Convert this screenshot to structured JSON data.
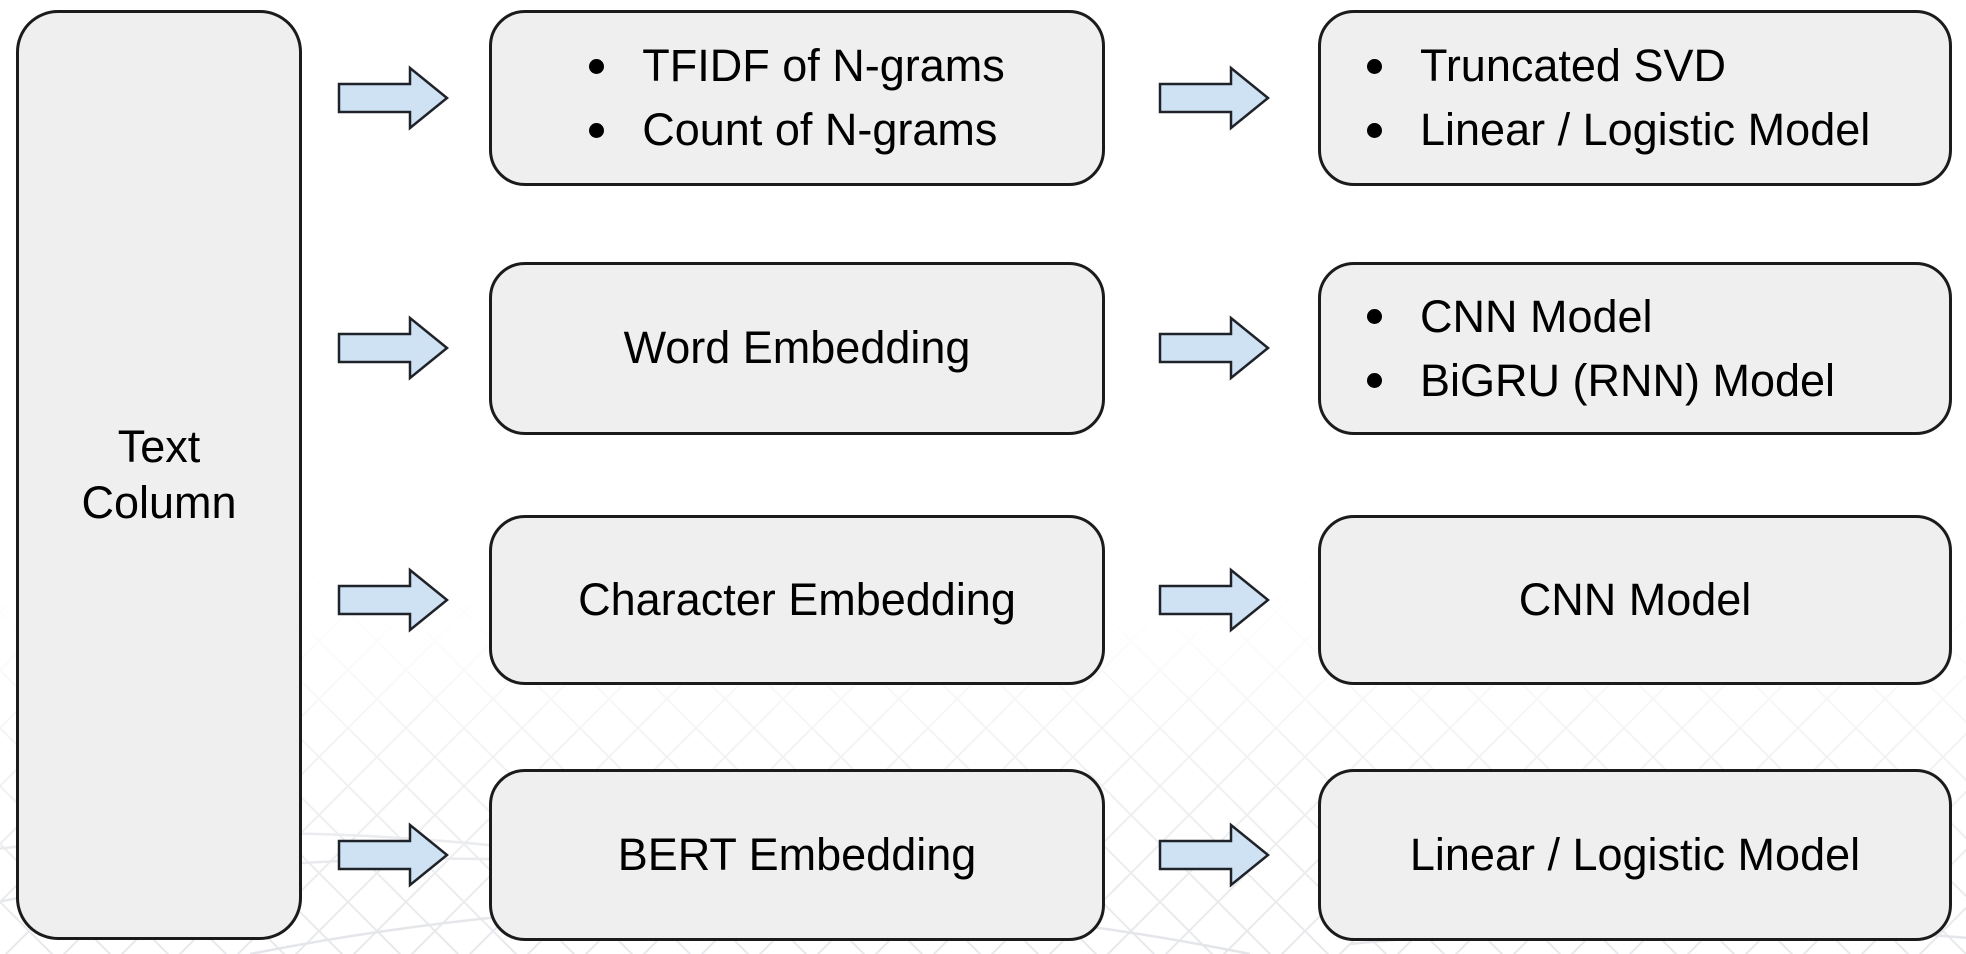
{
  "diagram": {
    "source": {
      "label": "Text Column"
    },
    "rows": [
      {
        "feature": {
          "type": "bullets",
          "items": [
            "TFIDF of N-grams",
            "Count of N-grams"
          ]
        },
        "model": {
          "type": "bullets",
          "items": [
            "Truncated SVD",
            "Linear / Logistic Model"
          ]
        }
      },
      {
        "feature": {
          "type": "text",
          "label": "Word Embedding"
        },
        "model": {
          "type": "bullets",
          "items": [
            "CNN Model",
            "BiGRU (RNN) Model"
          ]
        }
      },
      {
        "feature": {
          "type": "text",
          "label": "Character Embedding"
        },
        "model": {
          "type": "text",
          "label": "CNN Model"
        }
      },
      {
        "feature": {
          "type": "text",
          "label": "BERT Embedding"
        },
        "model": {
          "type": "text",
          "label": "Linear / Logistic Model"
        }
      }
    ],
    "colors": {
      "box_fill": "#efefef",
      "box_border": "#1b1b1b",
      "arrow_fill": "#cfe2f3",
      "arrow_border": "#1f2329",
      "text": "#000000",
      "background": "#ffffff",
      "pattern_line": "#e7e8eb"
    }
  }
}
